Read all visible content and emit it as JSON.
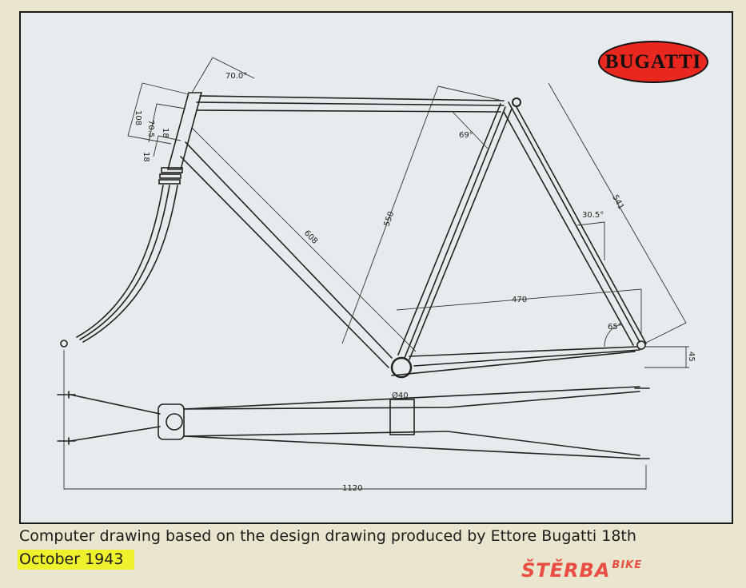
{
  "logo": {
    "text": "BUGATTI",
    "color": "#e8271f"
  },
  "dimensions": {
    "head_angle": "70.0°",
    "d108": "108",
    "d70_5": "70.5",
    "d18a": "18",
    "d18b": "18",
    "d608": "608",
    "d550": "550",
    "seat_angle": "69°",
    "d541": "541",
    "d30_5": "30.5°",
    "d470": "470",
    "d65": "65°",
    "d45": "45",
    "d40": "Ø40",
    "d1120": "1120"
  },
  "caption": {
    "line1": "Computer drawing based on the design drawing produced by Ettore Bugatti 18th",
    "line2": "October 1943",
    "highlight_color": "#eef12c"
  },
  "watermark": {
    "text": "ŠTĚRBA",
    "suffix": "BIKE"
  }
}
